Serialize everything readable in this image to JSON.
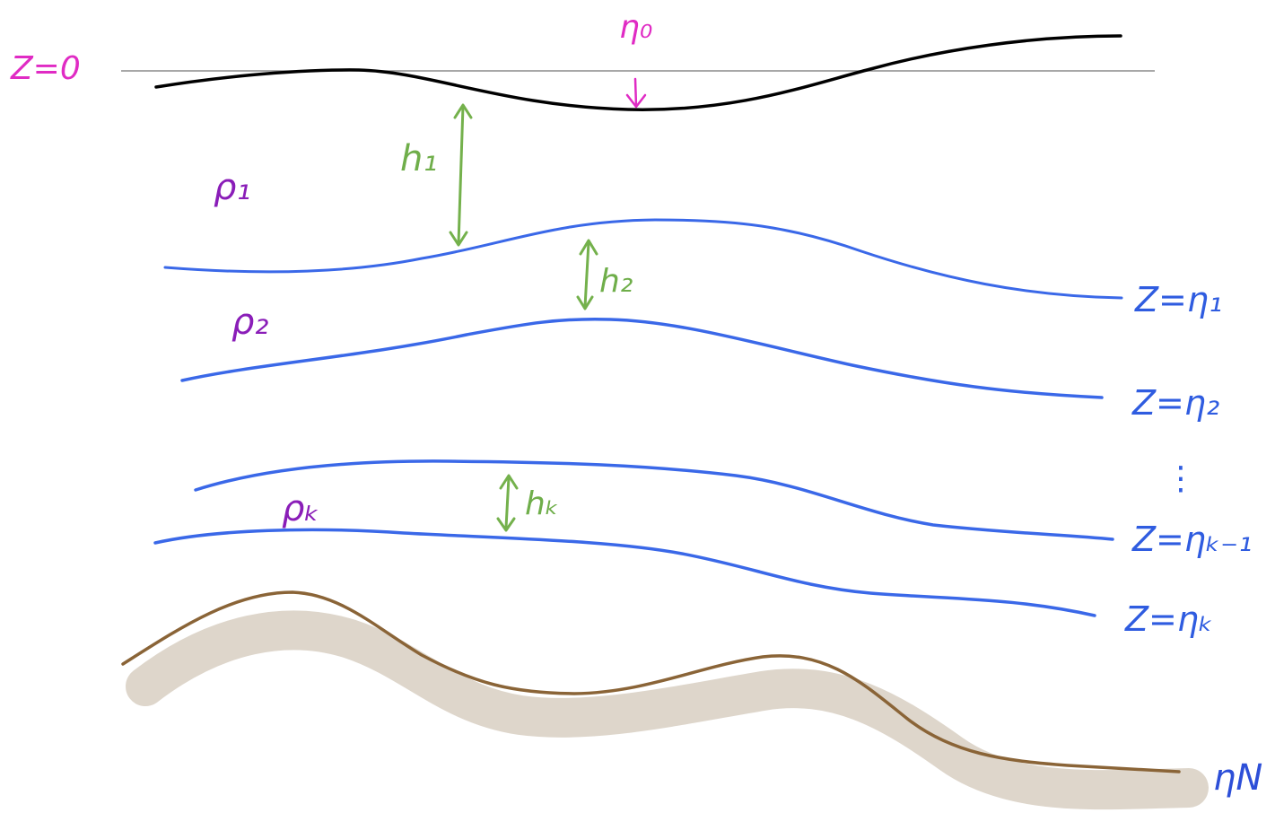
{
  "labels": {
    "surface_ref": "Z=0",
    "eta0": "η₀",
    "h1": "h₁",
    "h2": "h₂",
    "hK": "hₖ",
    "rho1": "ρ₁",
    "rho2": "ρ₂",
    "rhoK": "ρₖ",
    "z_eta1": "Z=η₁",
    "z_eta2": "Z=η₂",
    "vdots": "⋮",
    "z_etaK1": "Z=ηₖ₋₁",
    "z_etaK": "Z=ηₖ",
    "etaN": "ηN"
  },
  "colors": {
    "surface": "#000000",
    "reference": "#8c8c8c",
    "interfaces": "#3a68e8",
    "thickness_arrows": "#74b14c",
    "bottom_line": "#8a6437",
    "bottom_fill": "#ded6cb",
    "pink": "#e02bc4",
    "purple": "#8a1db8"
  }
}
